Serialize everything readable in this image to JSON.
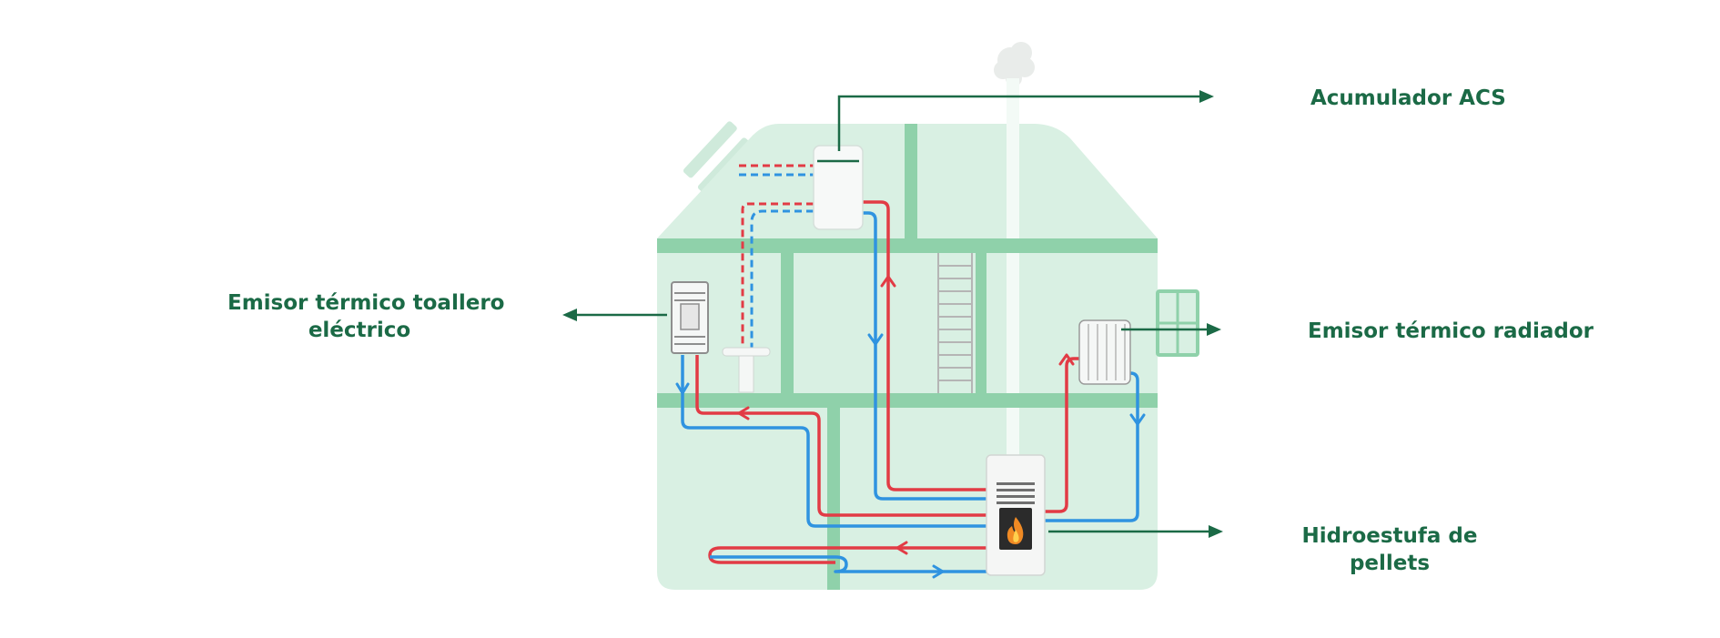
{
  "labels": {
    "acumulador": "Acumulador ACS",
    "toallero_line1": "Emisor térmico toallero",
    "toallero_line2": "eléctrico",
    "radiador": "Emisor térmico radiador",
    "hidroestufa_line1": "Hidroestufa de",
    "hidroestufa_line2": "pellets"
  },
  "colors": {
    "label_text": "#1b6a46",
    "pointer_arrow": "#1b6a46",
    "house_fill": "#d9f0e3",
    "house_structure": "#8fd1aa",
    "hot_water_pipe": "#e23b45",
    "cold_water_pipe": "#2f93e0"
  }
}
